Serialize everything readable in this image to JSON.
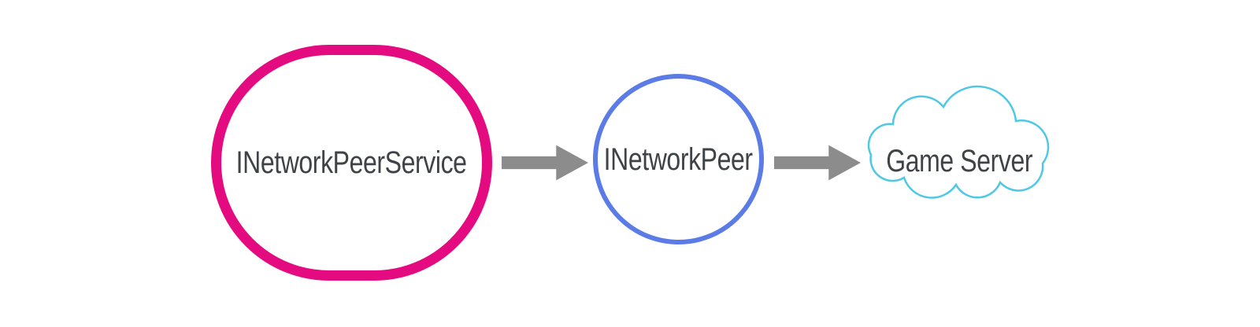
{
  "diagram": {
    "background_color": "#ffffff",
    "text_color": "#3f4347",
    "nodes": [
      {
        "id": "network-peer-service",
        "label": "INetworkPeerService",
        "shape": "rounded-circle",
        "stroke_color": "#e40b80"
      },
      {
        "id": "network-peer",
        "label": "INetworkPeer",
        "shape": "circle",
        "stroke_color": "#5b7ce6"
      },
      {
        "id": "game-server",
        "label": "Game Server",
        "shape": "cloud",
        "stroke_color": "#4fc8e6"
      }
    ],
    "connectors": [
      {
        "from": "INetworkPeerService",
        "to": "INetworkPeer",
        "shape": "block-arrow",
        "direction": "right",
        "color": "#8c8c8c"
      },
      {
        "from": "INetworkPeer",
        "to": "Game Server",
        "shape": "block-arrow",
        "direction": "right",
        "color": "#8c8c8c"
      }
    ]
  }
}
